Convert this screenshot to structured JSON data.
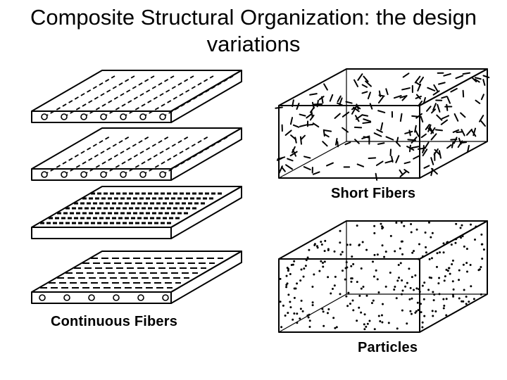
{
  "slide": {
    "title": "Composite Structural Organization: the design variations"
  },
  "diagram": {
    "labels": {
      "continuous": "Continuous Fibers",
      "short": "Short Fibers",
      "particles": "Particles"
    }
  }
}
